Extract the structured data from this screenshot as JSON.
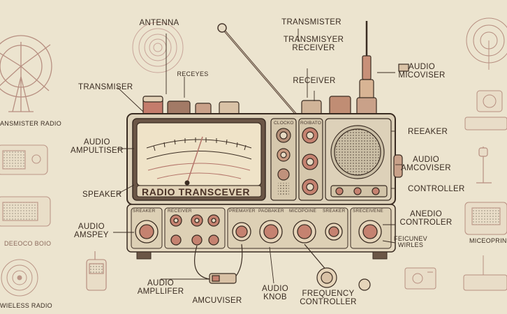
{
  "labels": {
    "antenna": "ANTENNA",
    "transmister": "TRANSMISTER",
    "transmisyer_receiver": "TRANSMISYER\nRECEIVER",
    "receiver": "RECEIVER",
    "transmiser_left": "TRANSMISER",
    "audio_amplifier_left": "AUDIO\nAMPULTISER",
    "speaker_left": "SPEAKER",
    "audio_amspey": "AUDIO\nAMSPEY",
    "audio_amplifier_bottom": "AUDIO\nAMPLLIFER",
    "amcuviser": "AMCUVISER",
    "audio_knob": "AUDIO\nKNOB",
    "frequency_controller": "FREQUENCY\nCONTROLLER",
    "audio_micoviser": "AUDIO\nMICOVISER",
    "reeaker": "REEAKER",
    "audio_amcoviser": "AUDIO\nAMCOVISER",
    "controller": "CONTROLLER",
    "anedio_controler": "ANEDIO\nCONTROLER",
    "fecuney_wirles": "FEICUNEV\nWIRLES",
    "ansmister_radio": "ANSMISTER RADIO",
    "wireless_radio": "WIELESS RADIO",
    "receyes": "RECEYES",
    "micoprone": "MICEOPRINE",
    "dim1": "DEEOCO  BOIO"
  },
  "panel": {
    "title": "RADIO TRANSCEVER",
    "bottom_section_labels": [
      "SREAKER",
      "RECEIVER",
      "PREMAYER",
      "PAOBAKER",
      "MICOPOINE",
      "SREAKER",
      "SRECEIVENE"
    ],
    "side_small_labels": [
      "CLOCKO",
      "ROIBATO"
    ]
  },
  "colors": {
    "background": "#ece4cf",
    "ink": "#3a2c22",
    "accent": "#b4756a",
    "dial_face": "#efe3c8",
    "wood": "#9a7259"
  }
}
